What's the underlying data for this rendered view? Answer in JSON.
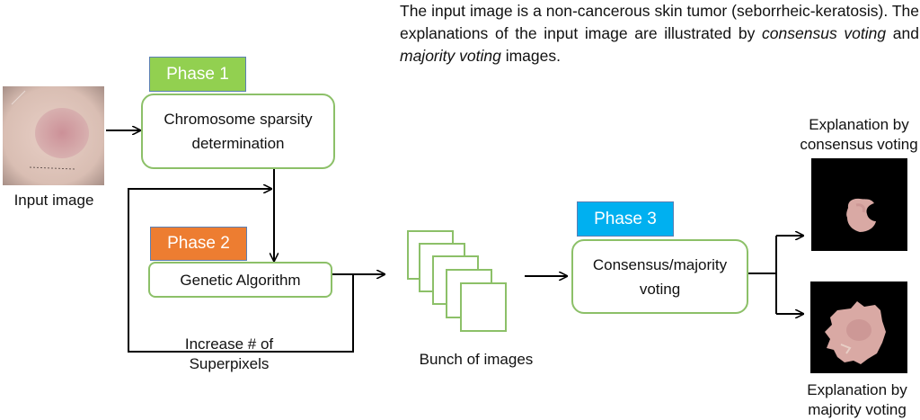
{
  "caption": {
    "part1": "The input image is a non-cancerous skin tumor (seborrheic-keratosis). The explanations of the input image are illustrated by ",
    "em1": "consensus voting",
    "part2": " and ",
    "em2": "majority voting",
    "part3": " images."
  },
  "input": {
    "label": "Input image"
  },
  "phase1": {
    "tag": "Phase 1",
    "color": "#92d050",
    "box_line1": "Chromosome sparsity",
    "box_line2": "determination"
  },
  "phase2": {
    "tag": "Phase 2",
    "color": "#ed7d31",
    "box_label": "Genetic Algorithm"
  },
  "phase3": {
    "tag": "Phase 3",
    "color": "#00b0f0",
    "box_line1": "Consensus/majority",
    "box_line2": "voting"
  },
  "loop": {
    "line1": "Increase # of",
    "line2": "Superpixels"
  },
  "bunch": {
    "label": "Bunch of images"
  },
  "consensus_output": {
    "line1": "Explanation by",
    "line2": "consensus voting"
  },
  "majority_output": {
    "line1": "Explanation by",
    "line2": "majority voting"
  },
  "colors": {
    "box_border": "#8cc068",
    "skin": "#d9a9a4",
    "lesion": "#c48d8e",
    "black": "#000000"
  }
}
